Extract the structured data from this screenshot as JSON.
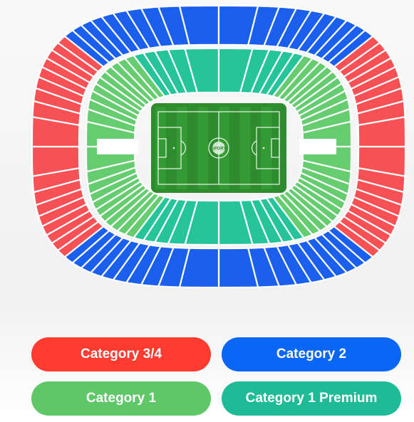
{
  "map": {
    "pitch_logo_text": "SPORT",
    "colors": {
      "category_3_4": "#f75155",
      "category_2": "#1b5fef",
      "category_1": "#66cc70",
      "category_1_premium": "#26c49a",
      "pitch": "#2e8b2e",
      "seat_gap": "#ffffff"
    }
  },
  "legend": [
    {
      "id": "category_3_4",
      "label": "Category 3/4",
      "color": "#ff3b2f"
    },
    {
      "id": "category_2",
      "label": "Category 2",
      "color": "#0a66f5"
    },
    {
      "id": "category_1",
      "label": "Category 1",
      "color": "#5fc768"
    },
    {
      "id": "category_1_premium",
      "label": "Category 1 Premium",
      "color": "#1fbb96"
    }
  ]
}
